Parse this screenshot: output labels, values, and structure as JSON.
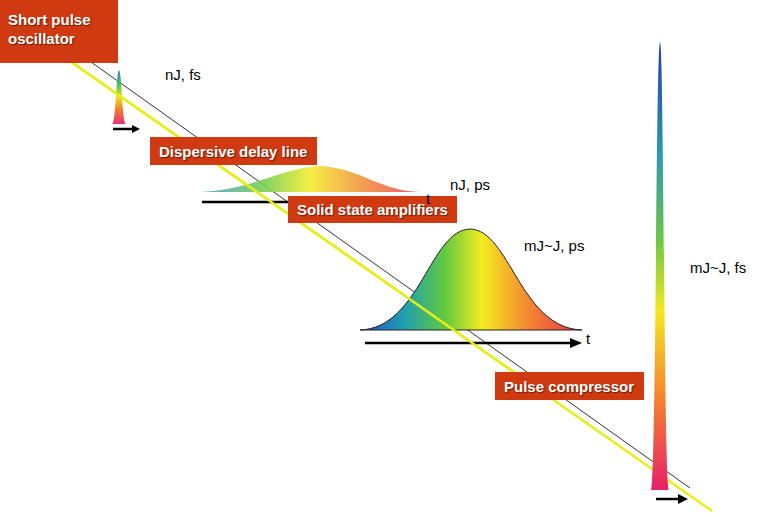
{
  "diagram": {
    "nodes": [
      {
        "text": [
          "Short pulse oscillator"
        ]
      },
      {
        "text": [
          "Dispersive delay line"
        ]
      },
      {
        "text": [
          "Solid state amplifiers"
        ]
      },
      {
        "text": [
          "Pulse compressor"
        ]
      }
    ],
    "edges": [
      {
        "from": 0,
        "to": 1,
        "arrow": "none"
      },
      {
        "from": 1,
        "to": 2,
        "arrow": "none"
      },
      {
        "from": 2,
        "to": 3,
        "arrow": "none"
      }
    ],
    "labels": [
      "nJ, fs",
      "nJ, ps",
      "t",
      "mJ~J, ps",
      "t",
      "mJ~J, fs"
    ]
  }
}
